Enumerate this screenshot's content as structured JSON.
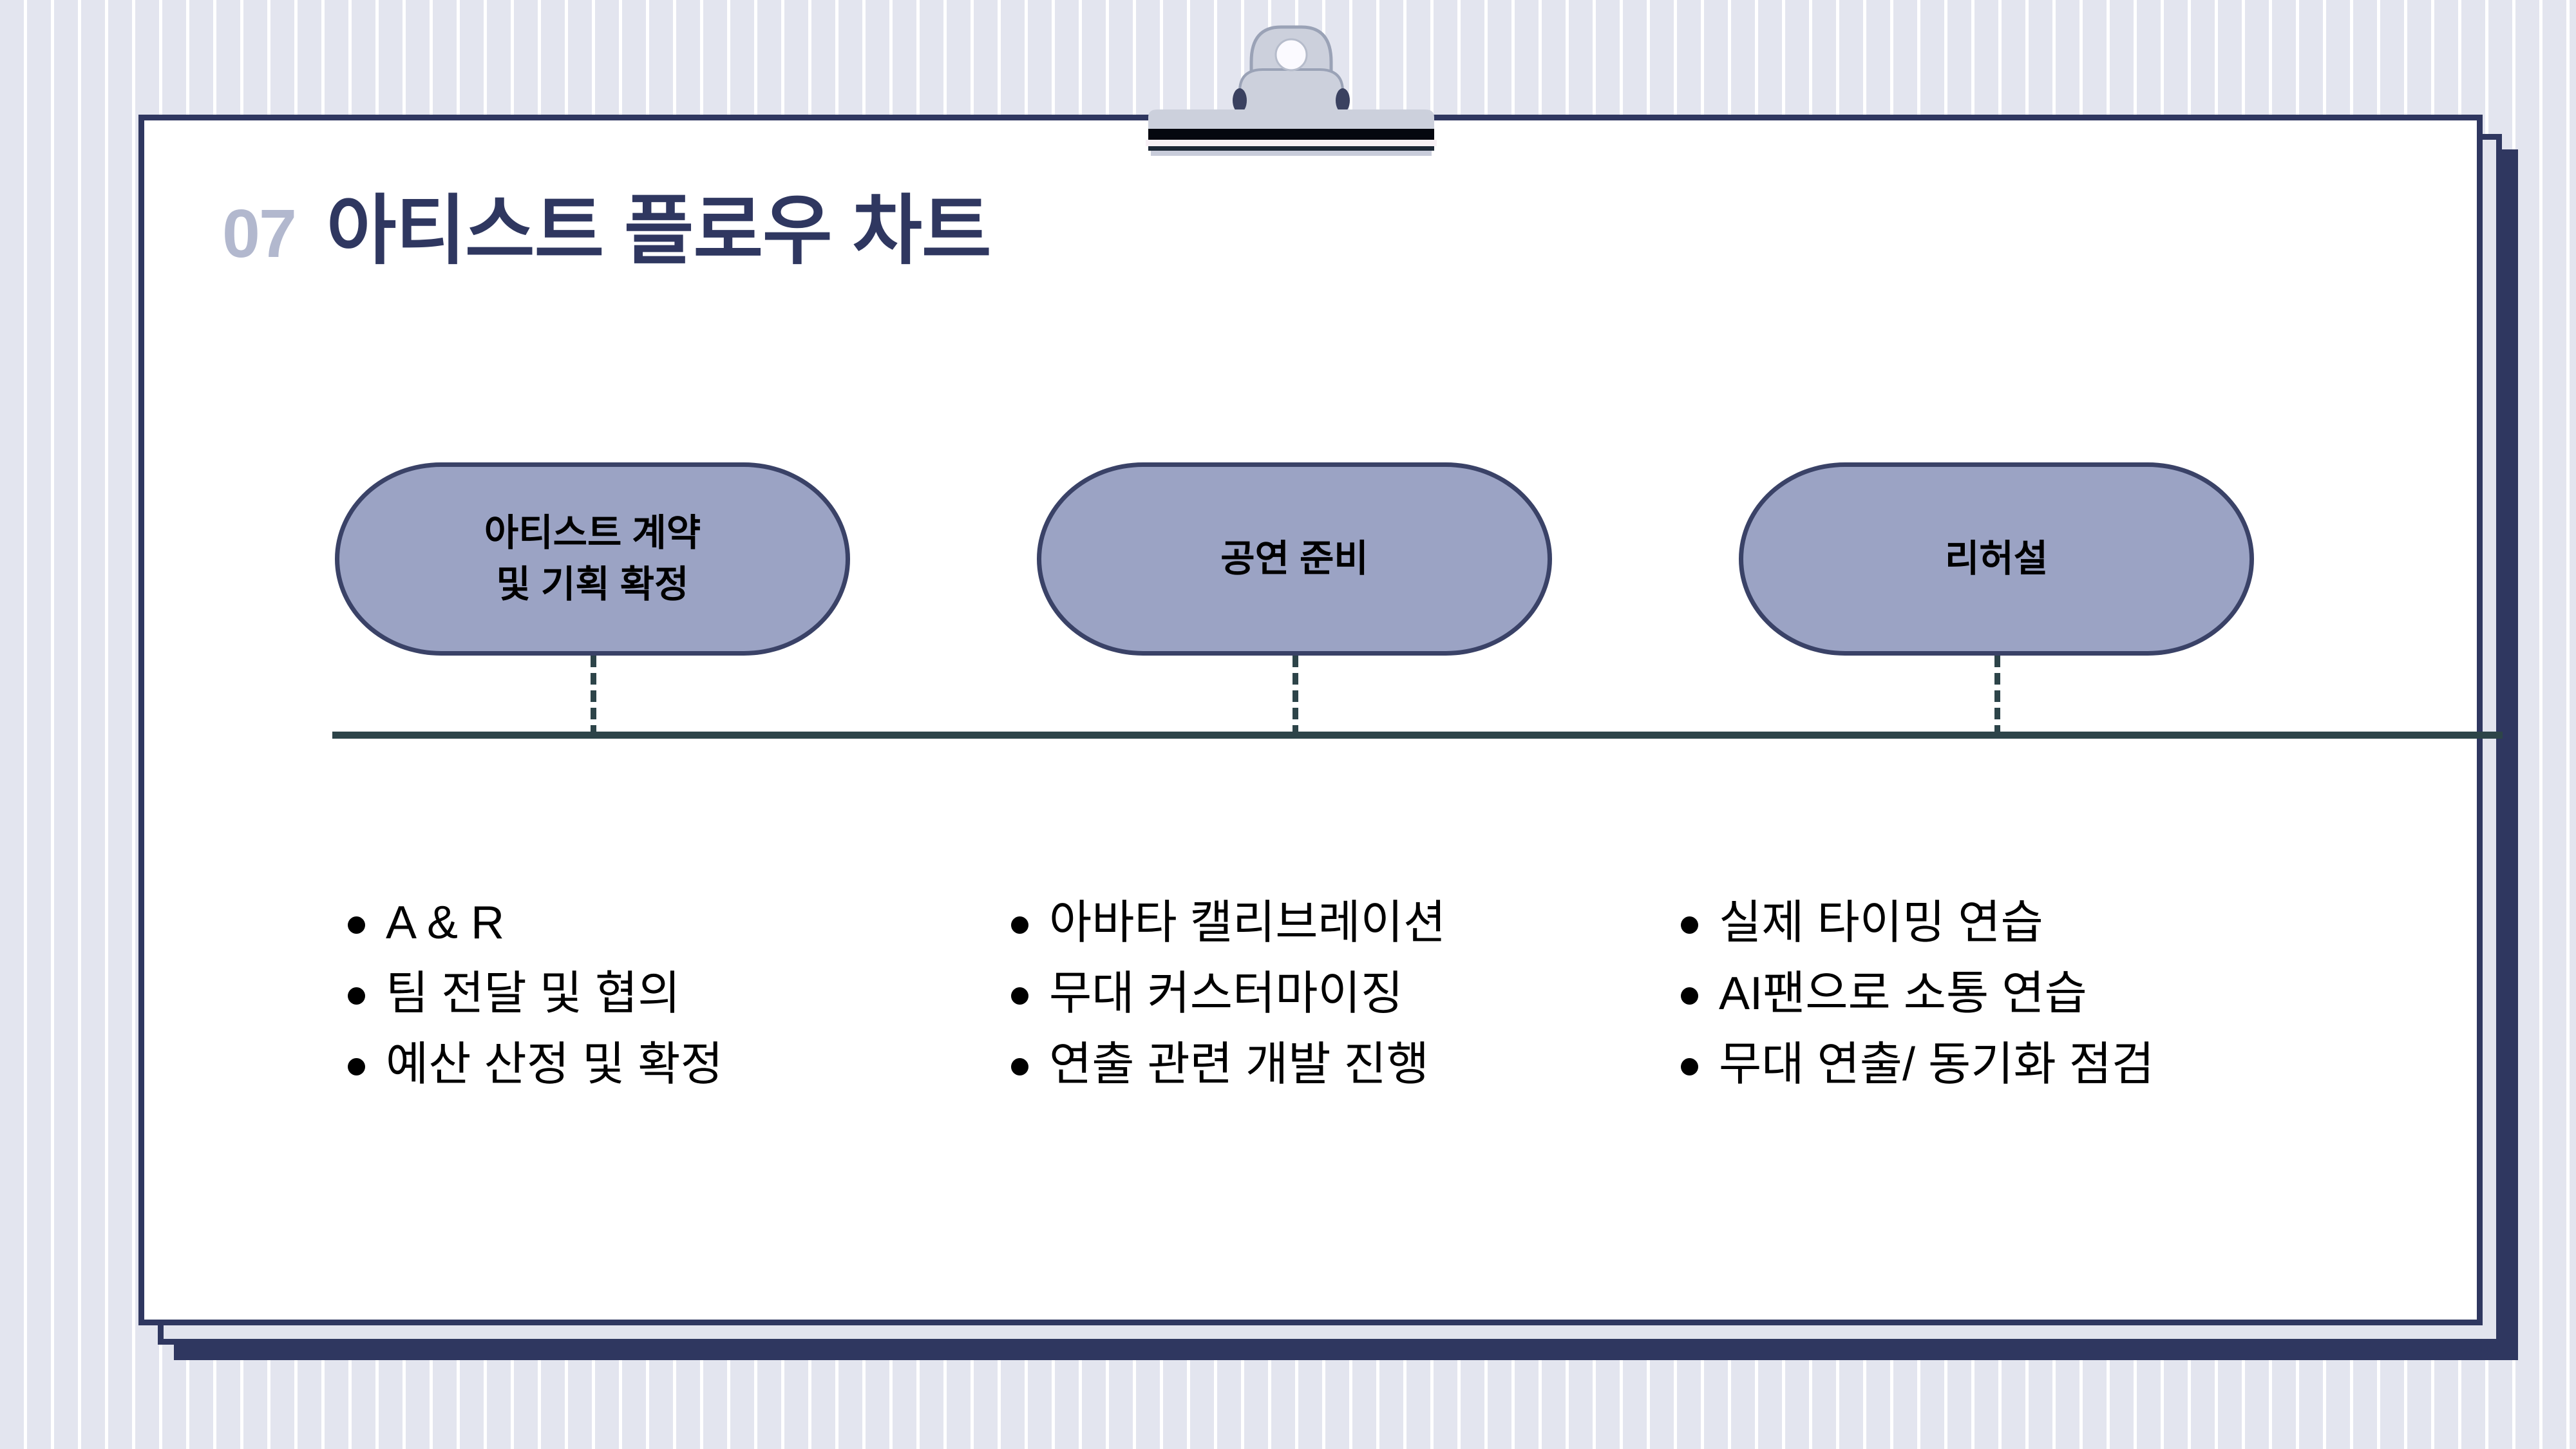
{
  "slide": {
    "number": "07",
    "title": "아티스트 플로우 차트"
  },
  "clip": {
    "icon": "clipboard-clip-icon"
  },
  "colors": {
    "card_border": "#2f3760",
    "card_background": "#ffffff",
    "title_number": "#b2b8ce",
    "title_text": "#2f3760",
    "pill_fill": "#9ba3c4",
    "pill_border": "#3a4267",
    "axis": "#2d4449",
    "grid": "#e3e5ef",
    "bullet": "#000000"
  },
  "chart_data": {
    "type": "diagram",
    "title": "아티스트 플로우 차트",
    "layout": "horizontal-timeline",
    "stages": [
      {
        "label_lines": [
          "아티스트 계약",
          "및 기획 확정"
        ],
        "label": "아티스트 계약 및 기획 확정",
        "items": [
          "A & R",
          "팀 전달 및 협의",
          "예산 산정 및 확정"
        ]
      },
      {
        "label_lines": [
          "공연 준비"
        ],
        "label": "공연 준비",
        "items": [
          "아바타 캘리브레이션",
          "무대 커스터마이징",
          "연출 관련 개발 진행"
        ]
      },
      {
        "label_lines": [
          "리허설"
        ],
        "label": "리허설",
        "items": [
          "실제 타이밍 연습",
          "AI팬으로 소통 연습",
          "무대 연출/ 동기화 점검"
        ]
      }
    ]
  }
}
